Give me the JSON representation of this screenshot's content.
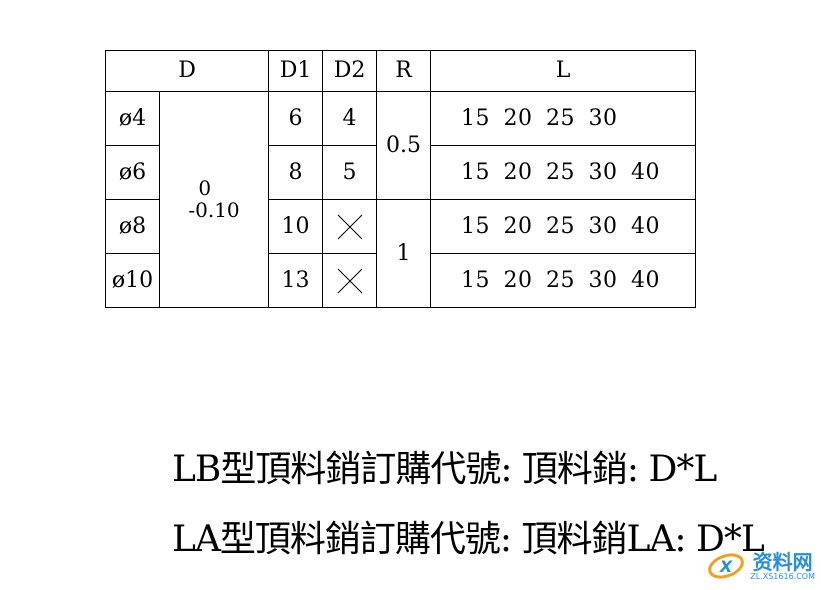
{
  "table": {
    "headers": [
      "D",
      "D1",
      "D2",
      "R",
      "L"
    ],
    "rows": [
      {
        "d": "ø4",
        "d1": "6",
        "d2": "4",
        "lengths": "15 20 25 30"
      },
      {
        "d": "ø6",
        "d1": "8",
        "d2": "5",
        "lengths": "15 20 25 30 40"
      },
      {
        "d": "ø8",
        "d1": "10",
        "d2": "",
        "lengths": "15 20 25 30 40"
      },
      {
        "d": "ø10",
        "d1": "13",
        "d2": "",
        "lengths": "15 20 25 30 40"
      }
    ],
    "tolerance": {
      "upper": "0",
      "lower": "-0.10"
    },
    "radius": [
      "0.5",
      "1"
    ]
  },
  "order_codes": [
    "LB型頂料銷訂購代號: 頂料銷: D*L",
    "LA型頂料銷訂購代號: 頂料銷LA: D*L"
  ],
  "watermark": {
    "main": "资料网",
    "sub": "ZL.XS1616.COM"
  }
}
